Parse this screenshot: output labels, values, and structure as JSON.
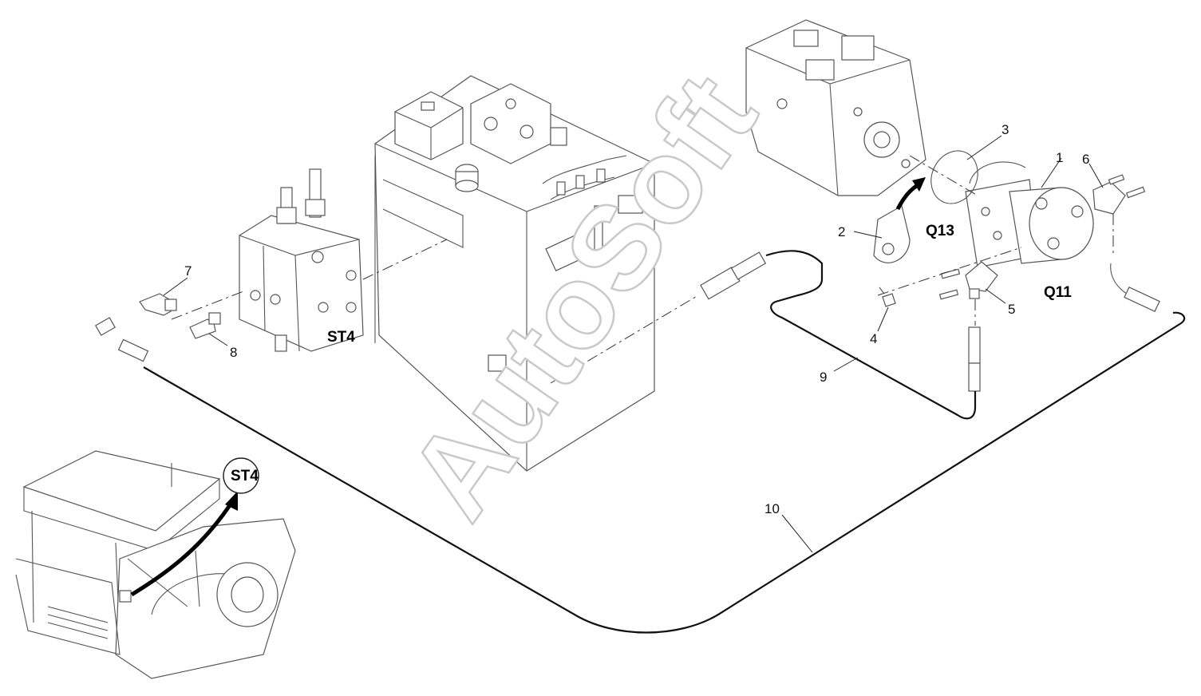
{
  "watermark": "AutoSoft",
  "parts": {
    "p1": "1",
    "p2": "2",
    "p3": "3",
    "p4": "4",
    "p5": "5",
    "p6": "6",
    "p7": "7",
    "p8": "8",
    "p9": "9",
    "p10": "10"
  },
  "codes": {
    "st4_block": "ST4",
    "st4_locator": "ST4",
    "q13": "Q13",
    "q11": "Q11"
  }
}
